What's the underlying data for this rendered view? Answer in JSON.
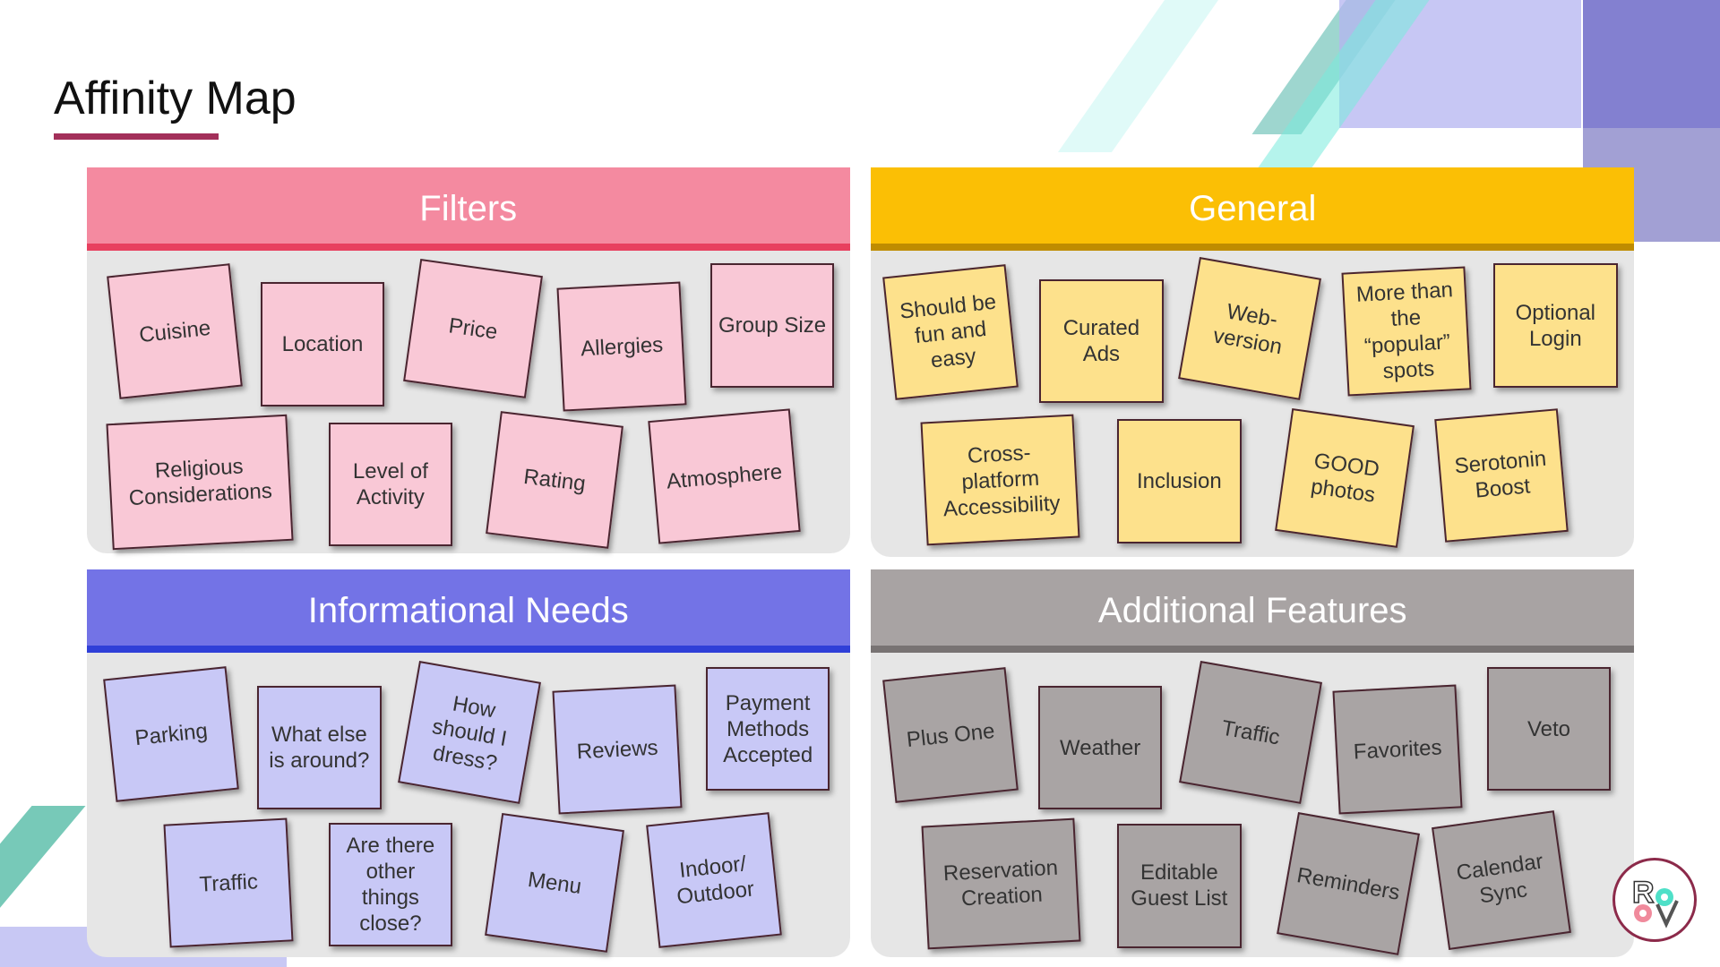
{
  "title": "Affinity Map",
  "colors": {
    "accent": "#a3305a"
  },
  "groups": [
    {
      "label": "Filters",
      "header": "#f48aa0",
      "stripe": "#e8405f",
      "note": "#f9c8d6",
      "notes": [
        "Cuisine",
        "Location",
        "Price",
        "Allergies",
        "Group Size",
        "Religious Considerations",
        "Level of Activity",
        "Rating",
        "Atmosphere"
      ]
    },
    {
      "label": "General",
      "header": "#fbbf05",
      "stripe": "#bf8c00",
      "note": "#fde18c",
      "notes": [
        "Should be fun and easy",
        "Curated Ads",
        "Web-version",
        "More than the “popular” spots",
        "Optional Login",
        "Cross-platform Accessibility",
        "Inclusion",
        "GOOD photos",
        "Serotonin Boost"
      ]
    },
    {
      "label": "Informational Needs",
      "header": "#7373e6",
      "stripe": "#2f3fd8",
      "note": "#c8c8f6",
      "notes": [
        "Parking",
        "What else is around?",
        "How should I dress?",
        "Reviews",
        "Payment Methods Accepted",
        "Traffic",
        "Are there other things close?",
        "Menu",
        "Indoor/ Outdoor"
      ]
    },
    {
      "label": "Additional Features",
      "header": "#a8a3a3",
      "stripe": "#787373",
      "note": "#a9a4a4",
      "notes": [
        "Plus One",
        "Weather",
        "Traffic",
        "Favorites",
        "Veto",
        "Reservation Creation",
        "Editable Guest List",
        "Reminders",
        "Calendar Sync"
      ]
    }
  ],
  "logo": {
    "text": "RV",
    "icon": "logo-icon"
  }
}
